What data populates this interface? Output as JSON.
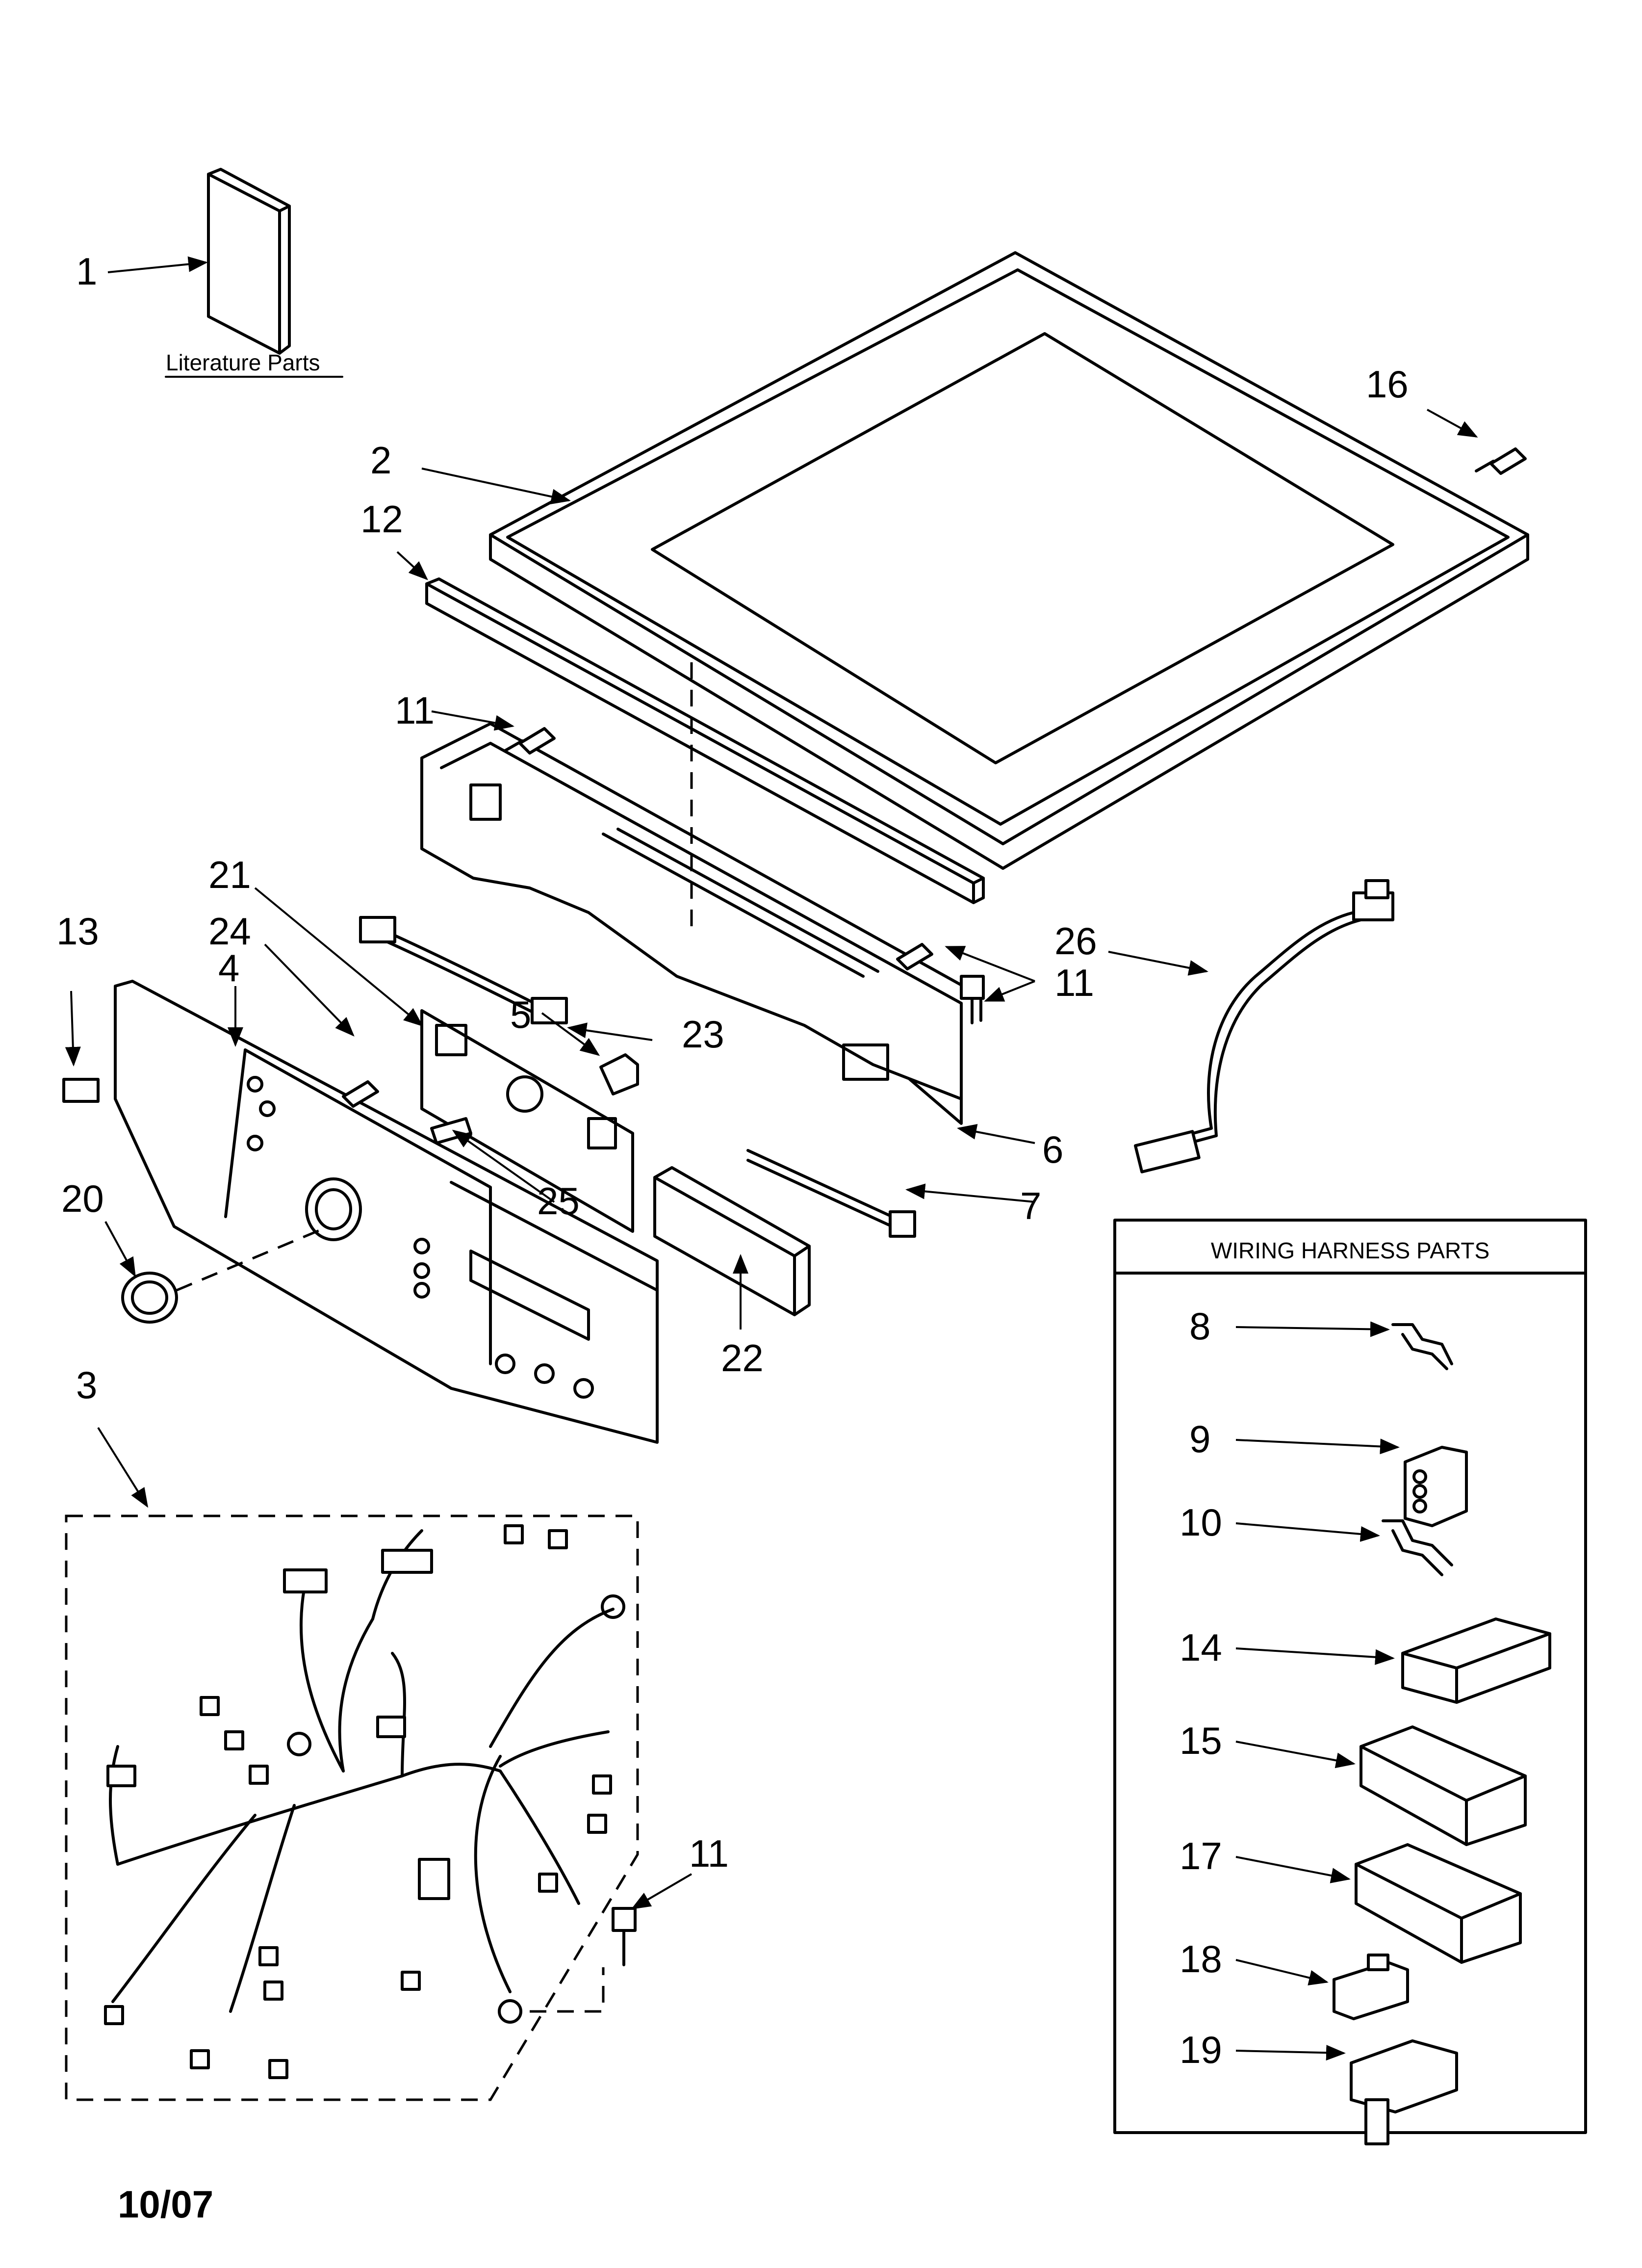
{
  "literature": {
    "caption": "Literature Parts"
  },
  "harness_box": {
    "title": "WIRING HARNESS PARTS"
  },
  "date_code": "10/07",
  "callouts": {
    "c1": "1",
    "c2": "2",
    "c3": "3",
    "c4": "4",
    "c5": "5",
    "c6": "6",
    "c7": "7",
    "c8": "8",
    "c9": "9",
    "c10": "10",
    "c11a": "11",
    "c11b": "11",
    "c11c": "11",
    "c12": "12",
    "c13": "13",
    "c14": "14",
    "c15": "15",
    "c16": "16",
    "c17": "17",
    "c18": "18",
    "c19": "19",
    "c20": "20",
    "c21": "21",
    "c22": "22",
    "c23": "23",
    "c24": "24",
    "c25": "25",
    "c26": "26"
  }
}
